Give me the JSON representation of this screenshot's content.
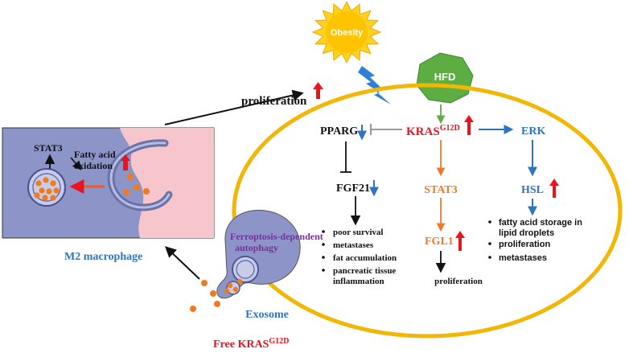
{
  "colors": {
    "cell_outline": "#f2b705",
    "macrophage_fill": "#8c94c8",
    "pink_region": "#f7c6cc",
    "red_text": "#e8141e",
    "blue_text": "#2e74c0",
    "orange_text": "#f07a2a",
    "purple_text": "#7a2fa0",
    "hfd_green": "#5cad42",
    "obesity_sun": "#ffd21f",
    "lightning": "#2f7fd6",
    "droplet_orange": "#f07a1c"
  },
  "labels": {
    "obesity": "Obesity",
    "hfd": "HFD",
    "proliferation_top": "proliferation",
    "pparg": "PPARG",
    "kras": "KRAS",
    "kras_sup": "G12D",
    "erk": "ERK",
    "fgf21": "FGF21",
    "stat3_cell": "STAT3",
    "hsl": "HSL",
    "fgl1": "FGL1",
    "proliferation_fgl1": "proliferation",
    "stat3_macro": "STAT3",
    "fatty_acid_1": "Fatty acid",
    "fatty_acid_2": "oxidation",
    "ferroptosis_1": "Ferroptosis-dependent",
    "ferroptosis_2": "autophagy",
    "m2_macrophage": "M2 macrophage",
    "exosome": "Exosome",
    "free_kras": "Free KRAS",
    "free_kras_sup": "G12D"
  },
  "fgf21_effects": [
    "poor survival",
    "metastases",
    "fat accumulation",
    "pancreatic tissue",
    "inflammation"
  ],
  "hsl_effects": [
    "fatty acid storage in",
    "lipid droplets",
    "proliferation",
    "metastases"
  ],
  "icons": {
    "sun": "sun-burst-shape",
    "heptagon": "heptagon-shape",
    "bolt": "lightning-bolt-icon",
    "up_arrow": "up-arrow-icon",
    "down_arrow": "down-arrow-icon"
  }
}
